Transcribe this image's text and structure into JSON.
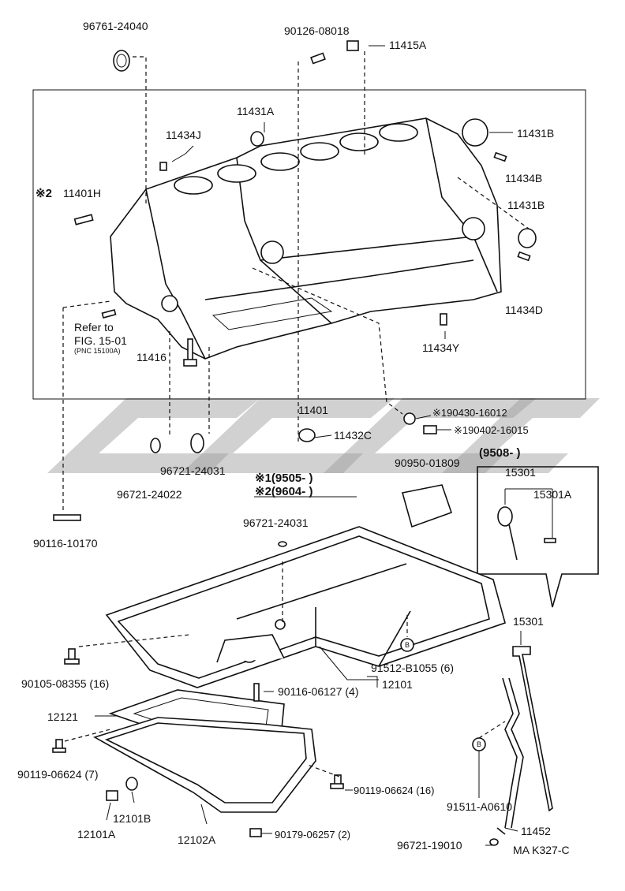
{
  "labels": {
    "p96761": "96761-24040",
    "p90126": "90126-08018",
    "p11415A": "11415A",
    "p11431A": "11431A",
    "p11434J": "11434J",
    "p11431B_top": "11431B",
    "p11434B": "11434B",
    "p11401H": "11401H",
    "p11401H_mark": "※2",
    "p11431B_mid": "11431B",
    "p11434D": "11434D",
    "refer_line1": "Refer to",
    "refer_line2": "FIG. 15-01",
    "refer_line3": "(PNC 15100A)",
    "p11416": "11416",
    "p11434Y": "11434Y",
    "p11401": "11401",
    "p190430": "※190430-16012",
    "p11432C": "11432C",
    "p190402": "※190402-16015",
    "p96721_24031a": "96721-24031",
    "p96721_24022": "96721-24022",
    "note1": "※1(9505-     )",
    "note2": "※2(9604-     )",
    "p90950": "90950-01809",
    "inset_date": "(9508-          )",
    "inset_15301": "15301",
    "inset_15301A": "15301A",
    "p90116_10170": "90116-10170",
    "p96721_24031b": "96721-24031",
    "p15301": "15301",
    "p90105": "90105-08355 (16)",
    "p91512": "91512-B1055 (6)",
    "p90116_06127": "90116-06127 (4)",
    "p12101": "12101",
    "p12121": "12121",
    "p90119_7": "90119-06624 (7)",
    "p90119_16": "90119-06624 (16)",
    "p12101B": "12101B",
    "p91511": "91511-A0610",
    "p12101A": "12101A",
    "p12102A": "12102A",
    "p90179": "90179-06257 (2)",
    "p11452": "11452",
    "p96721_19010": "96721-19010",
    "fig_code": "MA K327-C",
    "callout_B": "B"
  }
}
